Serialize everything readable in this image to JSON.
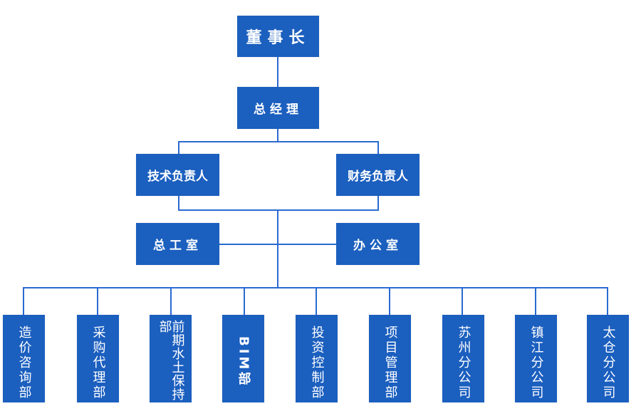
{
  "chart_title": "",
  "colors": {
    "box": "#1b5fbf",
    "line": "#2a6ad1",
    "text": "#ffffff"
  },
  "org": {
    "chairman": "董事长",
    "general_manager": "总经理",
    "technical_head": "技术负责人",
    "finance_head": "财务负责人",
    "chief_engineer_office": "总工室",
    "office": "办公室",
    "departments": [
      "造价咨询部",
      "采购代理部",
      "前期水土保持部",
      "BIM部",
      "投资控制部",
      "项目管理部",
      "苏州分公司",
      "镇江分公司",
      "太仓分公司"
    ]
  }
}
